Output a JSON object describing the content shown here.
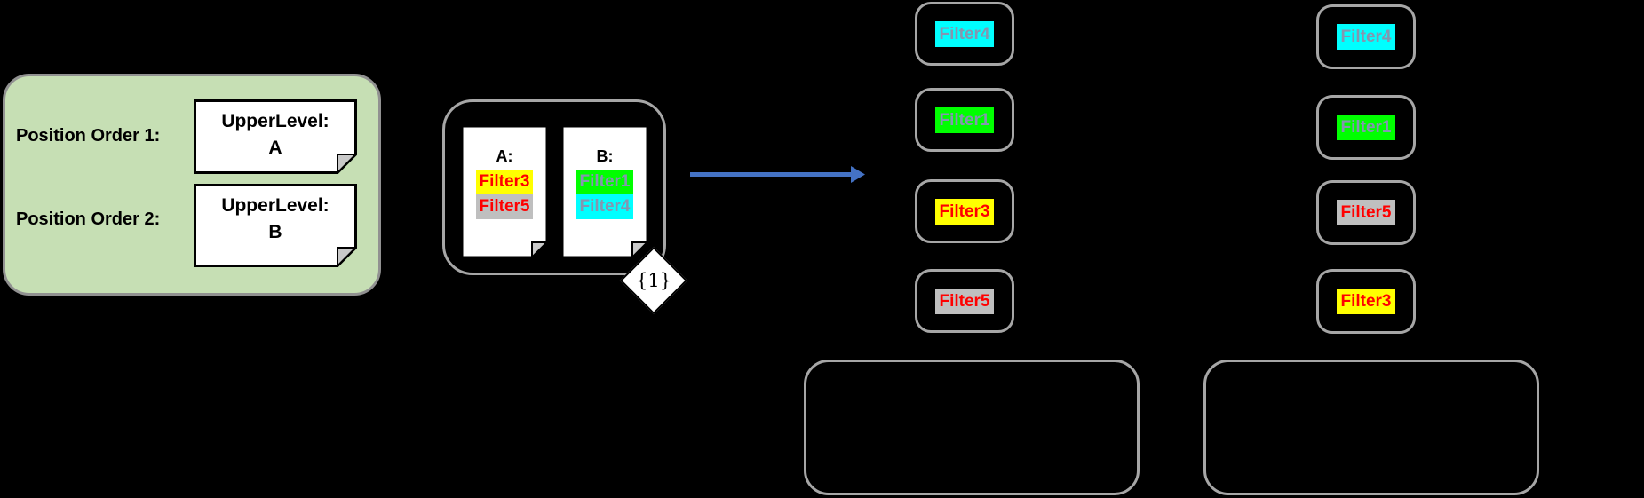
{
  "colors": {
    "background": "#000000",
    "legend_fill": "#c6dfb4",
    "arrow": "#4472c4",
    "box_border": "#a6a6a6"
  },
  "legend": {
    "rows": [
      {
        "label": "Position Order 1:",
        "note_line1": "UpperLevel:",
        "note_line2": "A"
      },
      {
        "label": "Position Order 2:",
        "note_line1": "UpperLevel:",
        "note_line2": "B"
      }
    ]
  },
  "pipeline": {
    "documents": [
      {
        "title": "A:",
        "filters": [
          {
            "name": "Filter3",
            "bg": "#ffff00",
            "fg": "#ff0000"
          },
          {
            "name": "Filter5",
            "bg": "#bfbfbf",
            "fg": "#ff0000"
          }
        ]
      },
      {
        "title": "B:",
        "filters": [
          {
            "name": "Filter1",
            "bg": "#00ff00",
            "fg": "#8496b0"
          },
          {
            "name": "Filter4",
            "bg": "#00ffff",
            "fg": "#8496b0"
          }
        ]
      }
    ],
    "cardinality": "{1}"
  },
  "result_stacks": [
    {
      "filters": [
        {
          "name": "Filter4",
          "bg": "#00ffff",
          "fg": "#8496b0"
        },
        {
          "name": "Filter1",
          "bg": "#00ff00",
          "fg": "#8496b0"
        },
        {
          "name": "Filter3",
          "bg": "#ffff00",
          "fg": "#ff0000"
        },
        {
          "name": "Filter5",
          "bg": "#bfbfbf",
          "fg": "#ff0000"
        }
      ]
    },
    {
      "filters": [
        {
          "name": "Filter4",
          "bg": "#00ffff",
          "fg": "#8496b0"
        },
        {
          "name": "Filter1",
          "bg": "#00ff00",
          "fg": "#8496b0"
        },
        {
          "name": "Filter5",
          "bg": "#bfbfbf",
          "fg": "#ff0000"
        },
        {
          "name": "Filter3",
          "bg": "#ffff00",
          "fg": "#ff0000"
        }
      ]
    }
  ]
}
